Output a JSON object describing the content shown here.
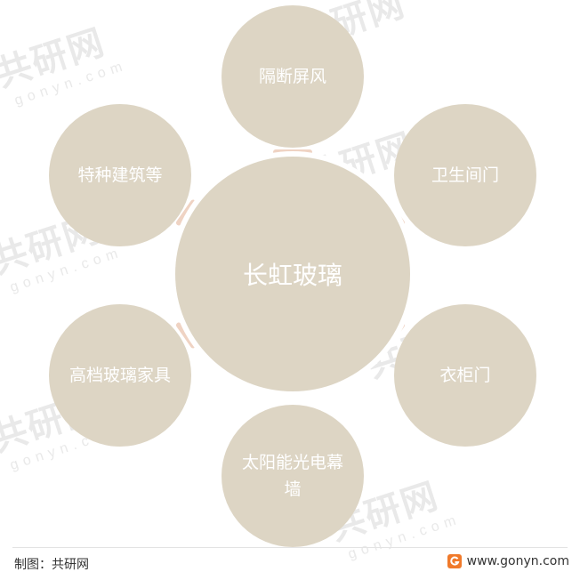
{
  "diagram": {
    "center": "长虹玻璃",
    "nodes": [
      {
        "label": "隔断屏风"
      },
      {
        "label": "卫生间门"
      },
      {
        "label": "衣柜门"
      },
      {
        "label": "太阳能光电幕墙"
      },
      {
        "label": "高档玻璃家具"
      },
      {
        "label": "特种建筑等"
      }
    ]
  },
  "footer": {
    "credit": "制图：共研网",
    "website": "www.gonyn.com"
  },
  "watermark": {
    "brand": "共研网",
    "domain": "gonyn.com"
  },
  "colors": {
    "circle": "#ddd5c4",
    "connector": "#efd3c3",
    "logo": "#f07a2b"
  },
  "icons": {
    "logo": "gonyn-logo-icon"
  }
}
